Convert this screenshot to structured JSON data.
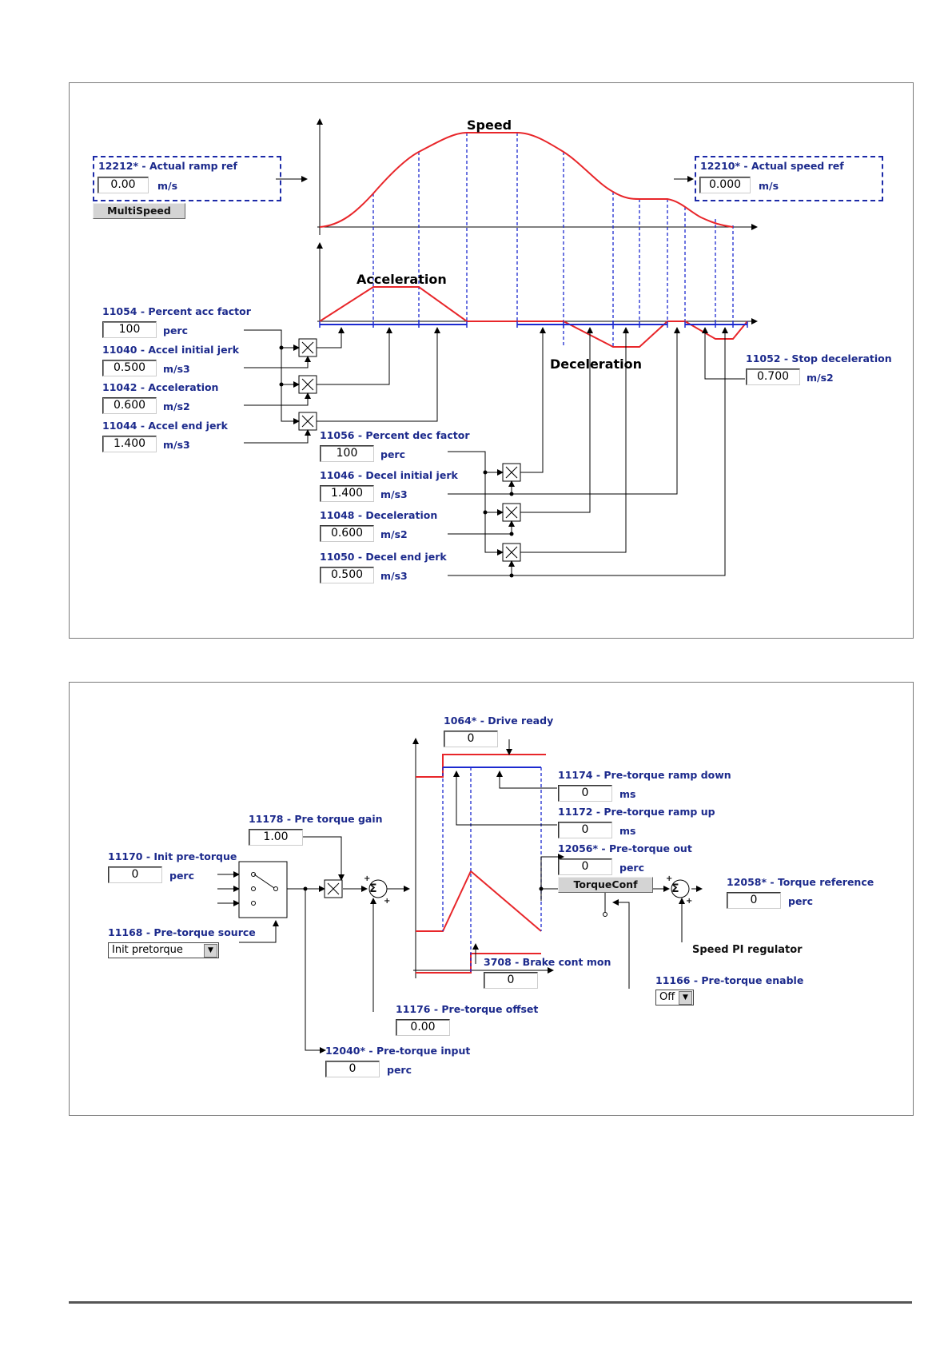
{
  "panel1": {
    "speed_title": "Speed",
    "acceleration_title": "Acceleration",
    "deceleration_title": "Deceleration",
    "actual_ramp_ref": {
      "id": "12212",
      "star": "*",
      "label": " - Actual ramp ref",
      "value": "0.00",
      "unit": "m/s"
    },
    "multispeed_button": "MultiSpeed",
    "actual_speed_ref": {
      "id": "12210",
      "star": "*",
      "label": " - Actual speed ref",
      "value": "0.000",
      "unit": "m/s"
    },
    "percent_acc_factor": {
      "label": "11054 - Percent acc factor",
      "value": "100",
      "unit": "perc"
    },
    "accel_initial_jerk": {
      "label": "11040 - Accel initial jerk",
      "value": "0.500",
      "unit": "m/s3"
    },
    "acceleration": {
      "label": "11042 - Acceleration",
      "value": "0.600",
      "unit": "m/s2"
    },
    "accel_end_jerk": {
      "label": "11044 - Accel end jerk",
      "value": "1.400",
      "unit": "m/s3"
    },
    "percent_dec_factor": {
      "label": "11056 - Percent dec factor",
      "value": "100",
      "unit": "perc"
    },
    "decel_initial_jerk": {
      "label": "11046 - Decel initial jerk",
      "value": "1.400",
      "unit": "m/s3"
    },
    "deceleration": {
      "label": "11048 - Deceleration",
      "value": "0.600",
      "unit": "m/s2"
    },
    "decel_end_jerk": {
      "label": "11050 - Decel end jerk",
      "value": "0.500",
      "unit": "m/s3"
    },
    "stop_deceleration": {
      "label": "11052 - Stop deceleration",
      "value": "0.700",
      "unit": "m/s2"
    }
  },
  "panel2": {
    "drive_ready": {
      "id": "1064",
      "star": "*",
      "label": " - Drive ready",
      "value": "0"
    },
    "pretorque_ramp_down": {
      "label": "11174 - Pre-torque ramp down",
      "value": "0",
      "unit": "ms"
    },
    "pretorque_ramp_up": {
      "label": "11172 - Pre-torque ramp up",
      "value": "0",
      "unit": "ms"
    },
    "pretorque_out": {
      "id": "12056",
      "star": "*",
      "label": " - Pre-torque out",
      "value": "0",
      "unit": "perc"
    },
    "torqueconf_button": "TorqueConf",
    "torque_reference": {
      "id": "12058",
      "star": "*",
      "label": " - Torque reference",
      "value": "0",
      "unit": "perc"
    },
    "pre_torque_gain": {
      "label": "11178 - Pre torque gain",
      "value": "1.00"
    },
    "init_pretorque": {
      "label": "11170 - Init pre-torque",
      "value": "0",
      "unit": "perc"
    },
    "pretorque_source": {
      "label": "11168 - Pre-torque source",
      "value": "Init pretorque"
    },
    "brake_cont_mon": {
      "label": "3708 - Brake cont mon",
      "value": "0"
    },
    "pretorque_offset": {
      "label": "11176 - Pre-torque offset",
      "value": "0.00"
    },
    "pretorque_input": {
      "id": "12040",
      "star": "*",
      "label": " - Pre-torque input",
      "value": "0",
      "unit": "perc"
    },
    "pretorque_enable": {
      "label": "11166 - Pre-torque enable",
      "value": "Off"
    },
    "speed_pi_regulator": "Speed PI regulator",
    "sigma_symbol": "Σ",
    "plus_sign": "+"
  },
  "colors": {
    "curve": "#e8262a",
    "guide": "#1c2ad0",
    "label": "#1c2a8c",
    "line": "#000000"
  }
}
